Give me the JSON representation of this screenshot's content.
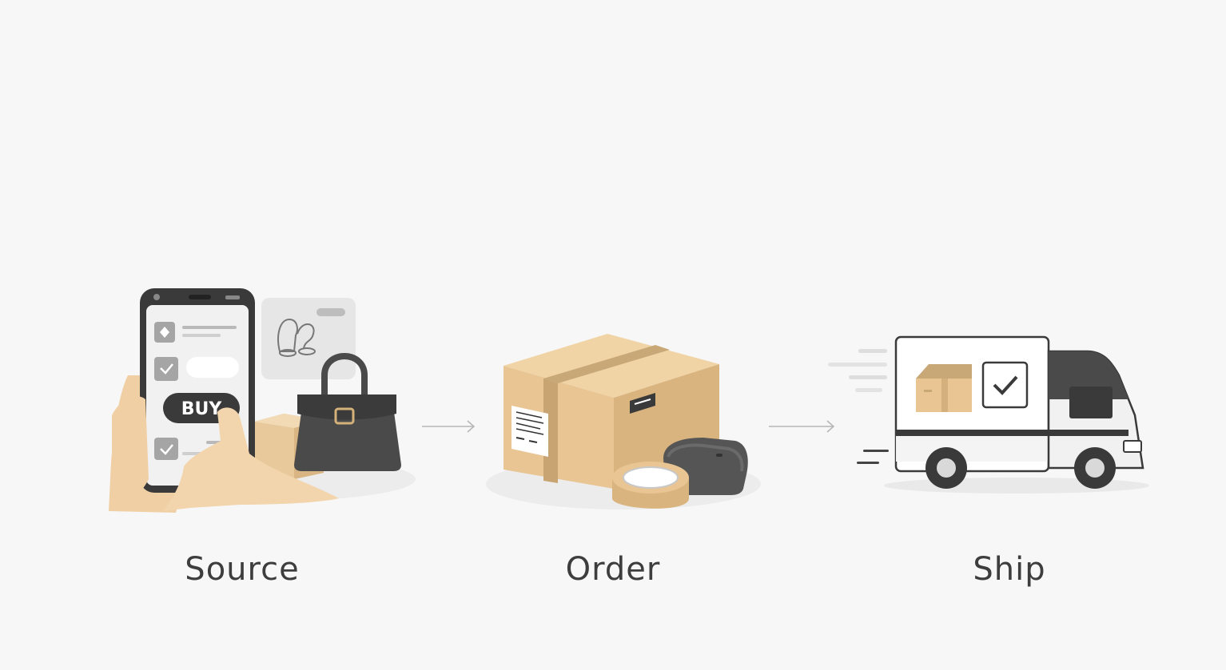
{
  "steps": [
    {
      "label": "Source",
      "icon": "phone-shopping-icon"
    },
    {
      "label": "Order",
      "icon": "package-box-icon"
    },
    {
      "label": "Ship",
      "icon": "delivery-truck-icon"
    }
  ],
  "source": {
    "button_label": "BUY"
  },
  "colors": {
    "background": "#f7f7f7",
    "cardboard": "#e8c99b",
    "dark_gray": "#4a4a4a",
    "text": "#3d3d3d",
    "skin": "#f0cfa4"
  }
}
